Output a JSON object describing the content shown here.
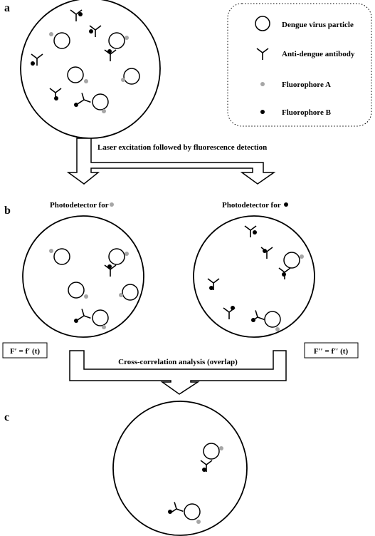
{
  "panels": {
    "a": "a",
    "b": "b",
    "c": "c"
  },
  "legend": {
    "virus": "Dengue virus particle",
    "antibody": "Anti-dengue antibody",
    "fluorophore_a": "Fluorophore A",
    "fluorophore_b": "Fluorophore B"
  },
  "arrow1_label": "Laser excitation followed by fluorescence detection",
  "detector_a_label": "Photodetector for",
  "detector_b_label": "Photodetector for",
  "f_prime": "F′ = f′ (t)",
  "f_double_prime": "F′′ = f′′ (t)",
  "arrow2_label": "Cross-correlation analysis (overlap)",
  "colors": {
    "fluorophore_a": "#a6a6a6",
    "fluorophore_b": "#000000",
    "stroke": "#000000"
  }
}
